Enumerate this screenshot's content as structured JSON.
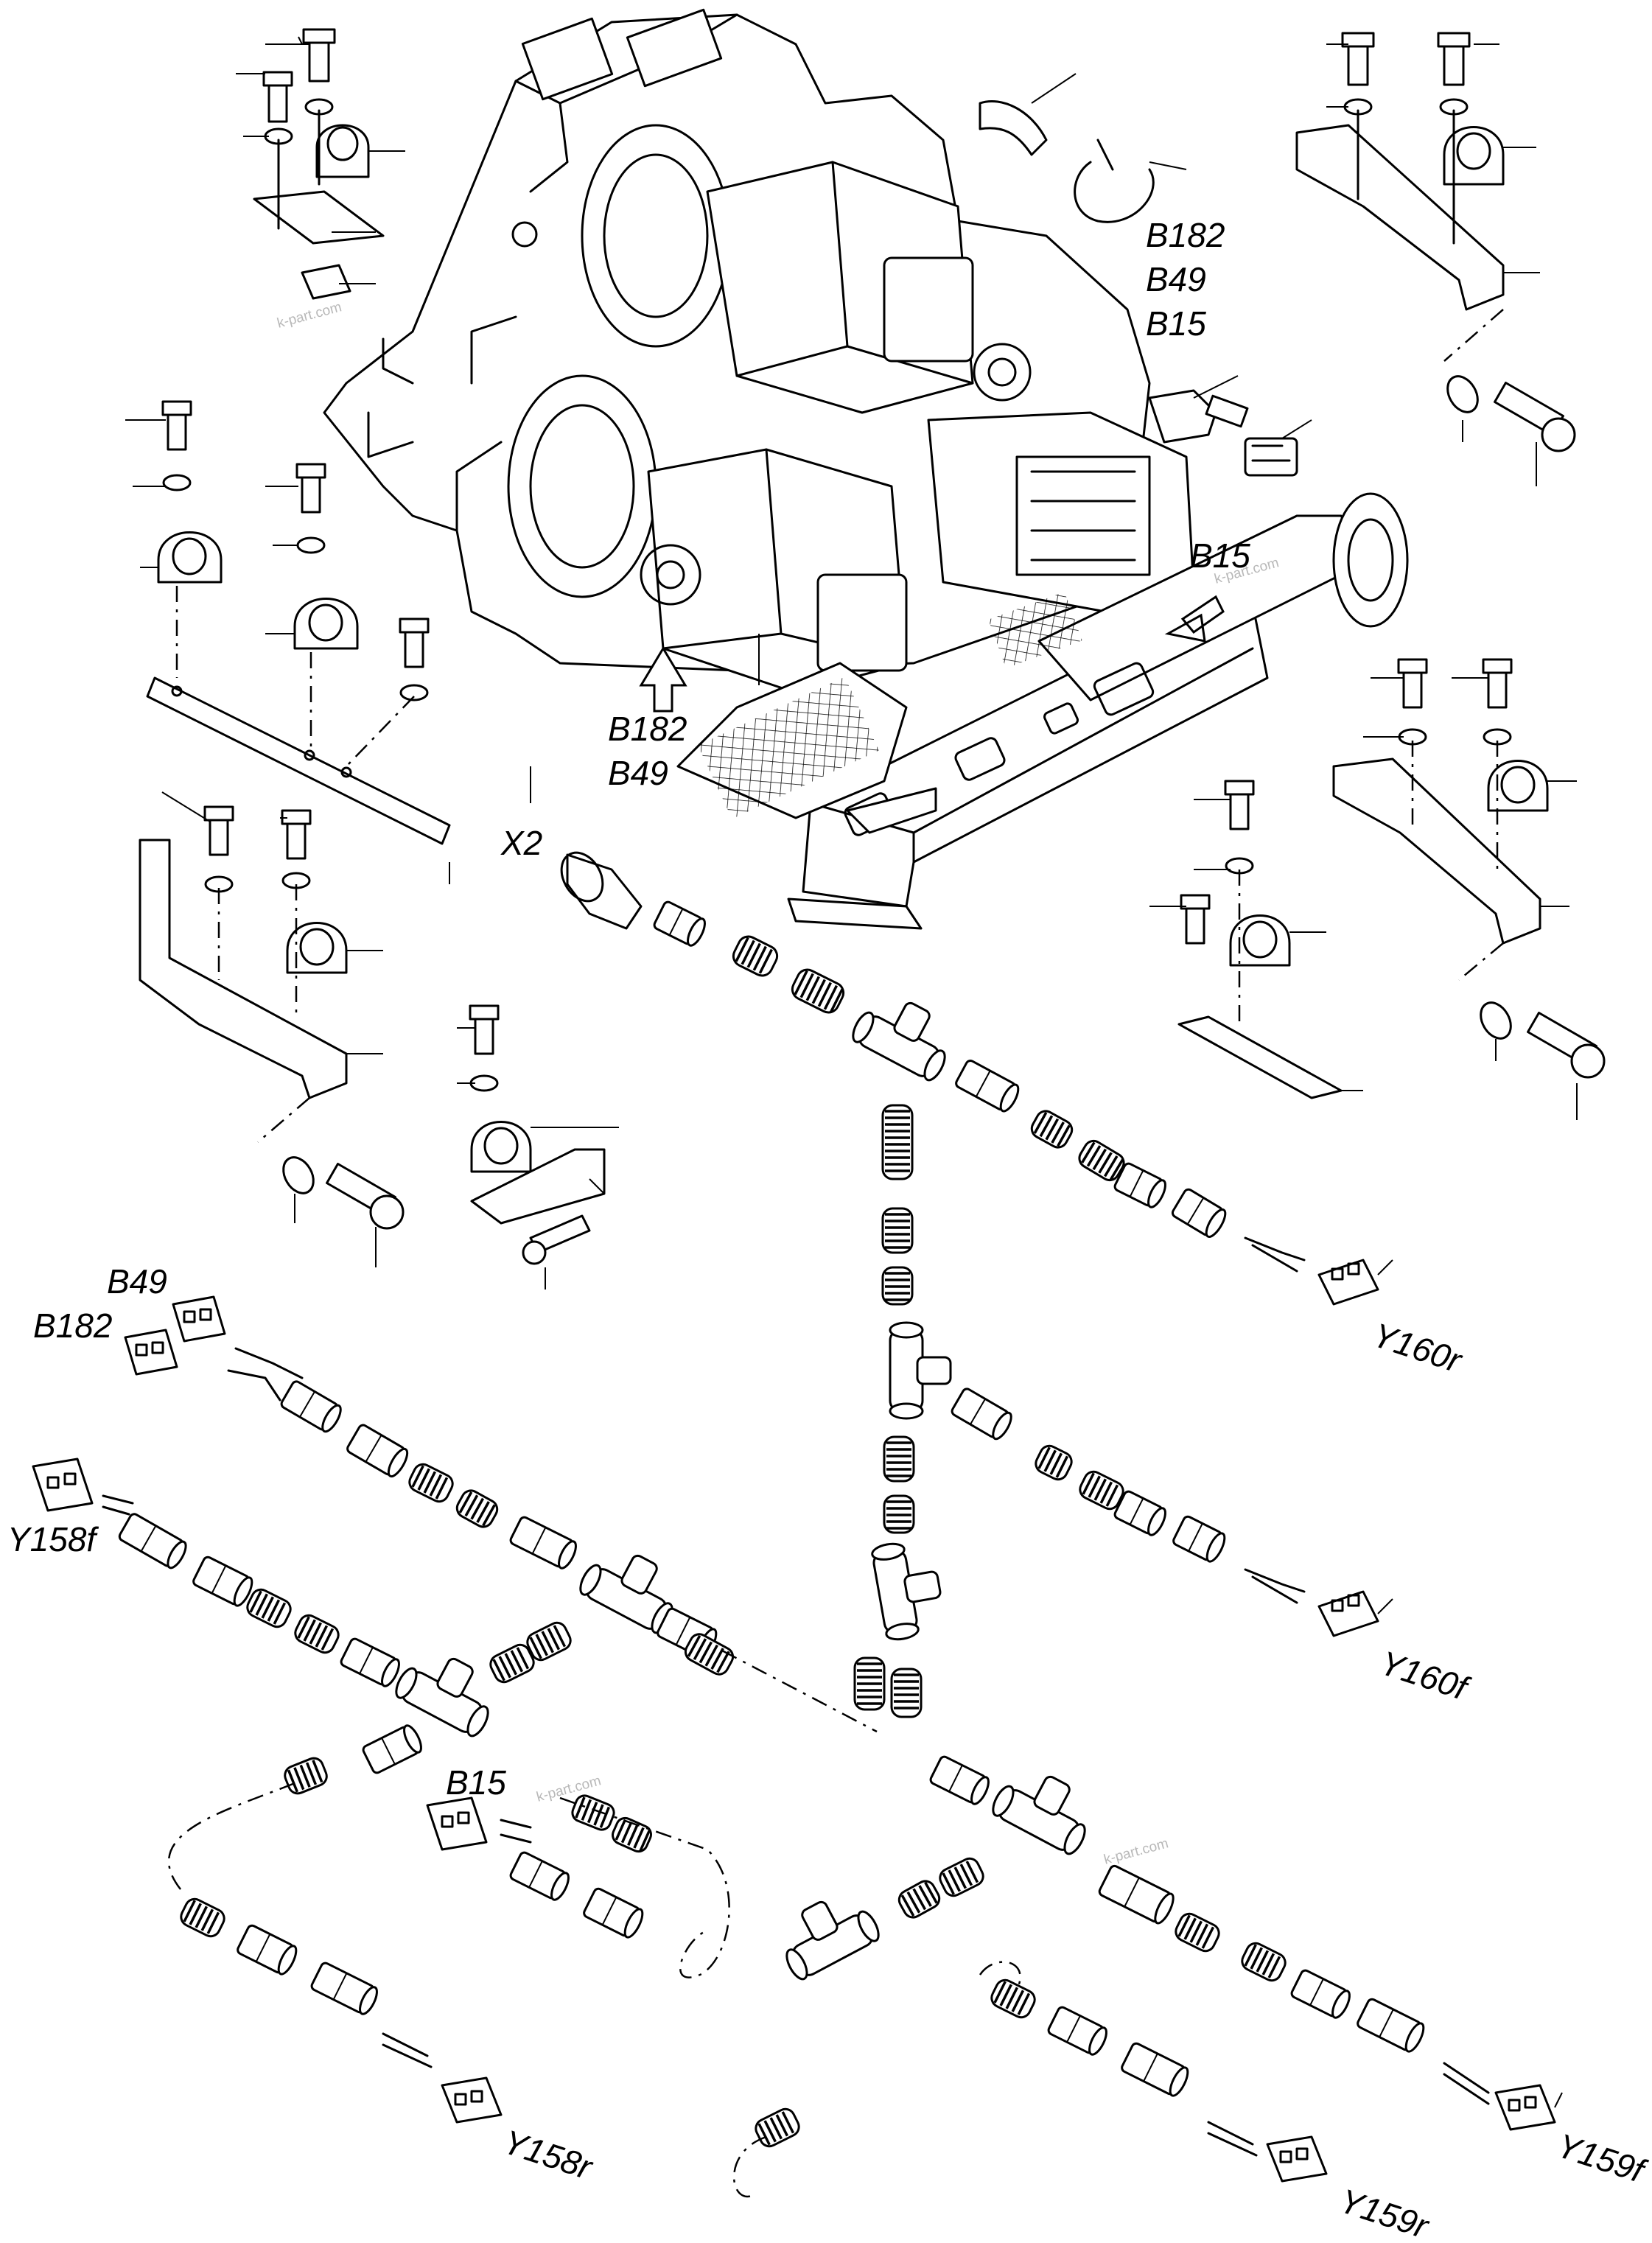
{
  "labels": {
    "b182_top": "B182",
    "b49_top": "B49",
    "b15_top": "B15",
    "b15_arrow": "B15",
    "b182_mid": "B182",
    "b49_mid": "B49",
    "x2": "X2",
    "b49_left": "B49",
    "b182_left": "B182",
    "y158f": "Y158f",
    "y160r": "Y160r",
    "y160f": "Y160f",
    "b15_low": "B15",
    "y158r": "Y158r",
    "y159r": "Y159r",
    "y159f": "Y159f"
  },
  "watermark": "k-part.com",
  "colors": {
    "ink": "#000000",
    "paper": "#ffffff",
    "watermark": "#b8b8b8"
  }
}
